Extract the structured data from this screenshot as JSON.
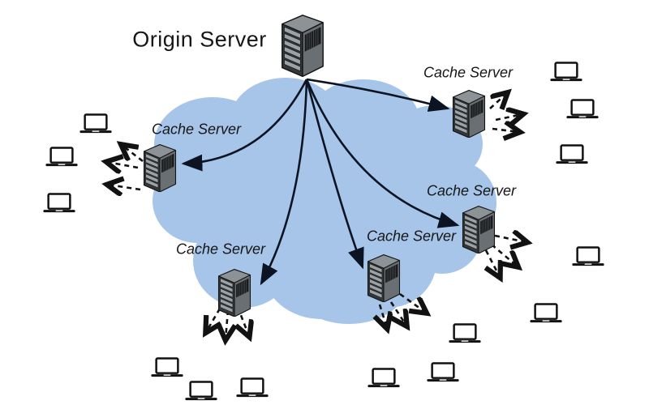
{
  "diagram": {
    "type": "network-topology",
    "origin_server": {
      "label": "Origin Server",
      "icon": "server-tower-icon"
    },
    "cache_servers": [
      {
        "position": "left",
        "label": "Cache Server",
        "icon": "server-tower-icon"
      },
      {
        "position": "top-right",
        "label": "Cache Server",
        "icon": "server-tower-icon"
      },
      {
        "position": "middle-right",
        "label": "Cache Server",
        "icon": "server-tower-icon"
      },
      {
        "position": "bottom-middle",
        "label": "Cache Server",
        "icon": "server-tower-icon"
      },
      {
        "position": "bottom-left",
        "label": "Cache Server",
        "icon": "server-tower-icon"
      }
    ],
    "clients": {
      "icon": "laptop-icon",
      "count": 14
    },
    "network_cloud": {
      "icon": "cloud-shape",
      "fill_color": "#a6c5e9"
    },
    "edges": {
      "origin_to_cache": {
        "style": "solid-curved-arrow",
        "count": 5,
        "color": "#0c1423"
      },
      "cache_to_clients": {
        "style": "dashed-arrow",
        "count": 15,
        "color": "#121212"
      }
    }
  }
}
